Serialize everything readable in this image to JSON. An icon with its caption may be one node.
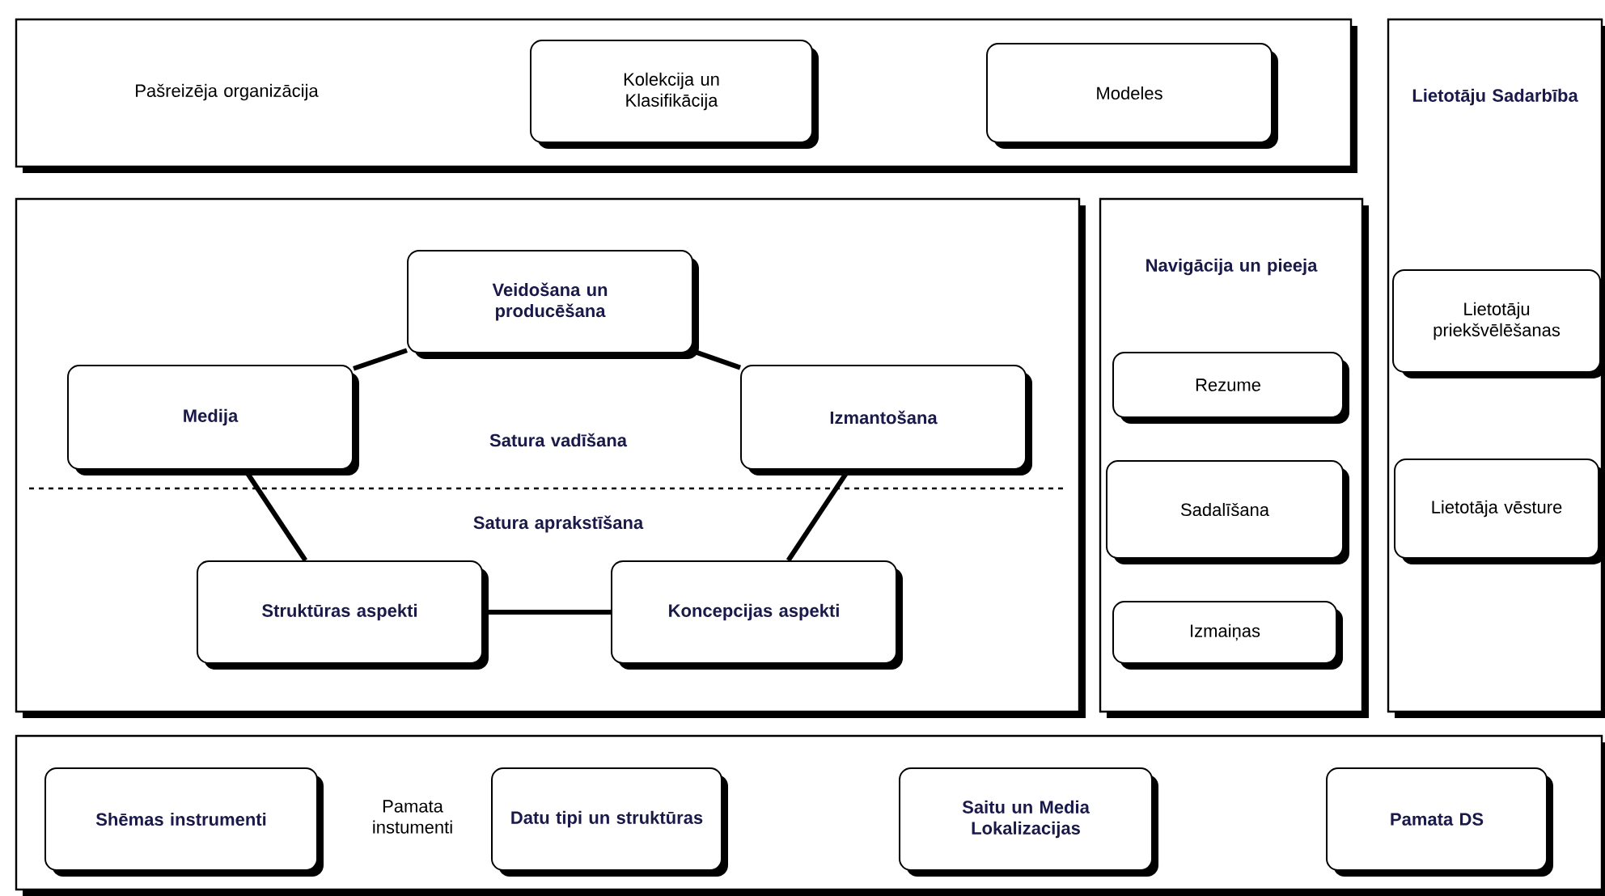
{
  "diagram": {
    "nodes": [
      {
        "text": [
          "Pašreizēja organizācija"
        ]
      },
      {
        "text": [
          "Kolekcija un Klasifikācija"
        ],
        "in": 0
      },
      {
        "text": [
          "Modeles"
        ],
        "in": 0
      },
      {
        "text": [
          "Lietotāju Sadarbība"
        ]
      },
      {
        "text": [
          "Lietotāju priekšvēlēšanas"
        ],
        "in": 3
      },
      {
        "text": [
          "Lietotāja vēsture"
        ],
        "in": 3
      },
      {
        "text": [
          "Satura vadīšana",
          "Satura aprakstīšana"
        ]
      },
      {
        "text": [
          "Veidošana un producēšana"
        ],
        "in": 6
      },
      {
        "text": [
          "Medija"
        ],
        "in": 6
      },
      {
        "text": [
          "Izmantošana"
        ],
        "in": 6
      },
      {
        "text": [
          "Struktūras aspekti"
        ],
        "in": 6
      },
      {
        "text": [
          "Koncepcijas aspekti"
        ],
        "in": 6
      },
      {
        "text": [
          "Navigācija un pieeja"
        ]
      },
      {
        "text": [
          "Rezume"
        ],
        "in": 12
      },
      {
        "text": [
          "Sadalīšana"
        ],
        "in": 12
      },
      {
        "text": [
          "Izmaiņas"
        ],
        "in": 12
      },
      {
        "text": [
          "Pamata instumenti"
        ]
      },
      {
        "text": [
          "Shēmas instrumenti"
        ],
        "in": 16
      },
      {
        "text": [
          "Datu tipi un struktūras"
        ],
        "in": 16
      },
      {
        "text": [
          "Saitu un Media Lokalizacijas"
        ],
        "in": 16
      },
      {
        "text": [
          "Pamata DS"
        ],
        "in": 16
      }
    ],
    "edges": [
      {
        "from": 8,
        "to": 7,
        "arrow": "none"
      },
      {
        "from": 7,
        "to": 9,
        "arrow": "none"
      },
      {
        "from": 9,
        "to": 11,
        "arrow": "none"
      },
      {
        "from": 11,
        "to": 10,
        "arrow": "none"
      },
      {
        "from": 10,
        "to": 8,
        "arrow": "none"
      }
    ]
  }
}
